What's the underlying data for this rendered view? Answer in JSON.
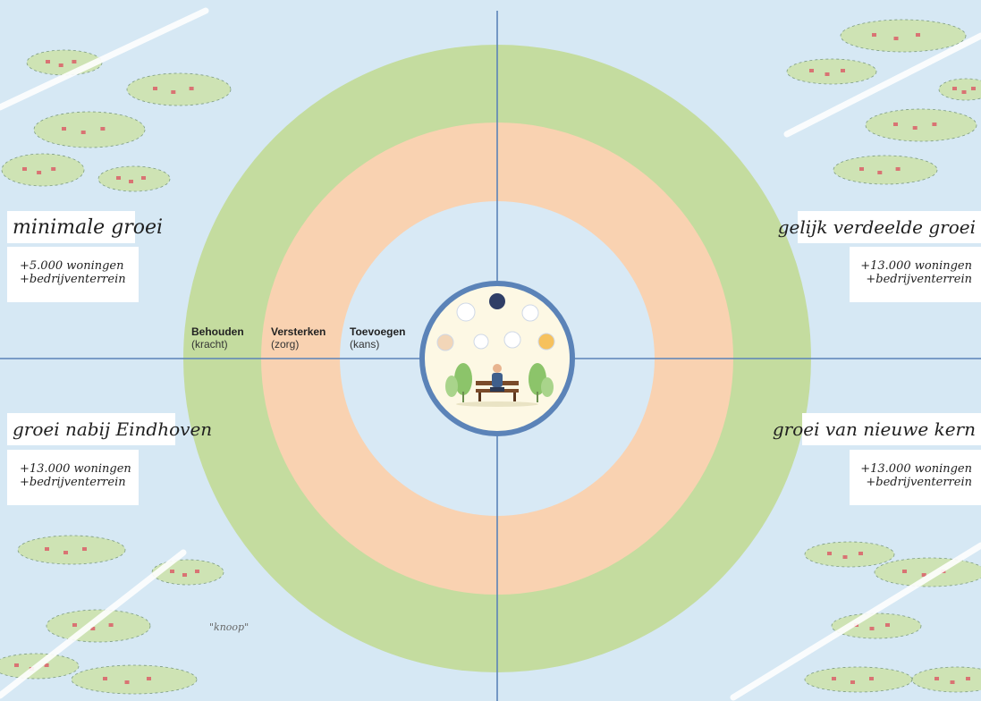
{
  "quadrants": {
    "top_left": {
      "title": "minimale groei",
      "line1": "+5.000 woningen",
      "line2": "+bedrijventerrein"
    },
    "top_right": {
      "title": "gelijk verdeelde groei",
      "line1": "+13.000 woningen",
      "line2": "+bedrijventerrein"
    },
    "bottom_left": {
      "title": "groei nabij Eindhoven",
      "line1": "+13.000 woningen",
      "line2": "+bedrijventerrein"
    },
    "bottom_right": {
      "title": "groei van nieuwe kern",
      "line1": "+13.000 woningen",
      "line2": "+bedrijventerrein"
    }
  },
  "rings": {
    "outer": {
      "label": "Behouden",
      "sub": "(kracht)",
      "color": "#c4dc9f"
    },
    "middle": {
      "label": "Versterken",
      "sub": "(zorg)",
      "color": "#f9d2b1"
    },
    "inner": {
      "label": "Toevoegen",
      "sub": "(kans)",
      "color": "#d8e9f5"
    }
  },
  "map_annotation": "\"knoop\"",
  "colors": {
    "background": "#d6e8f4",
    "axis": "#5b83b8",
    "center_border": "#5b83b8",
    "center_fill": "#fdf8e4",
    "field_green": "#cde3aa",
    "roof_red": "#d97373"
  }
}
